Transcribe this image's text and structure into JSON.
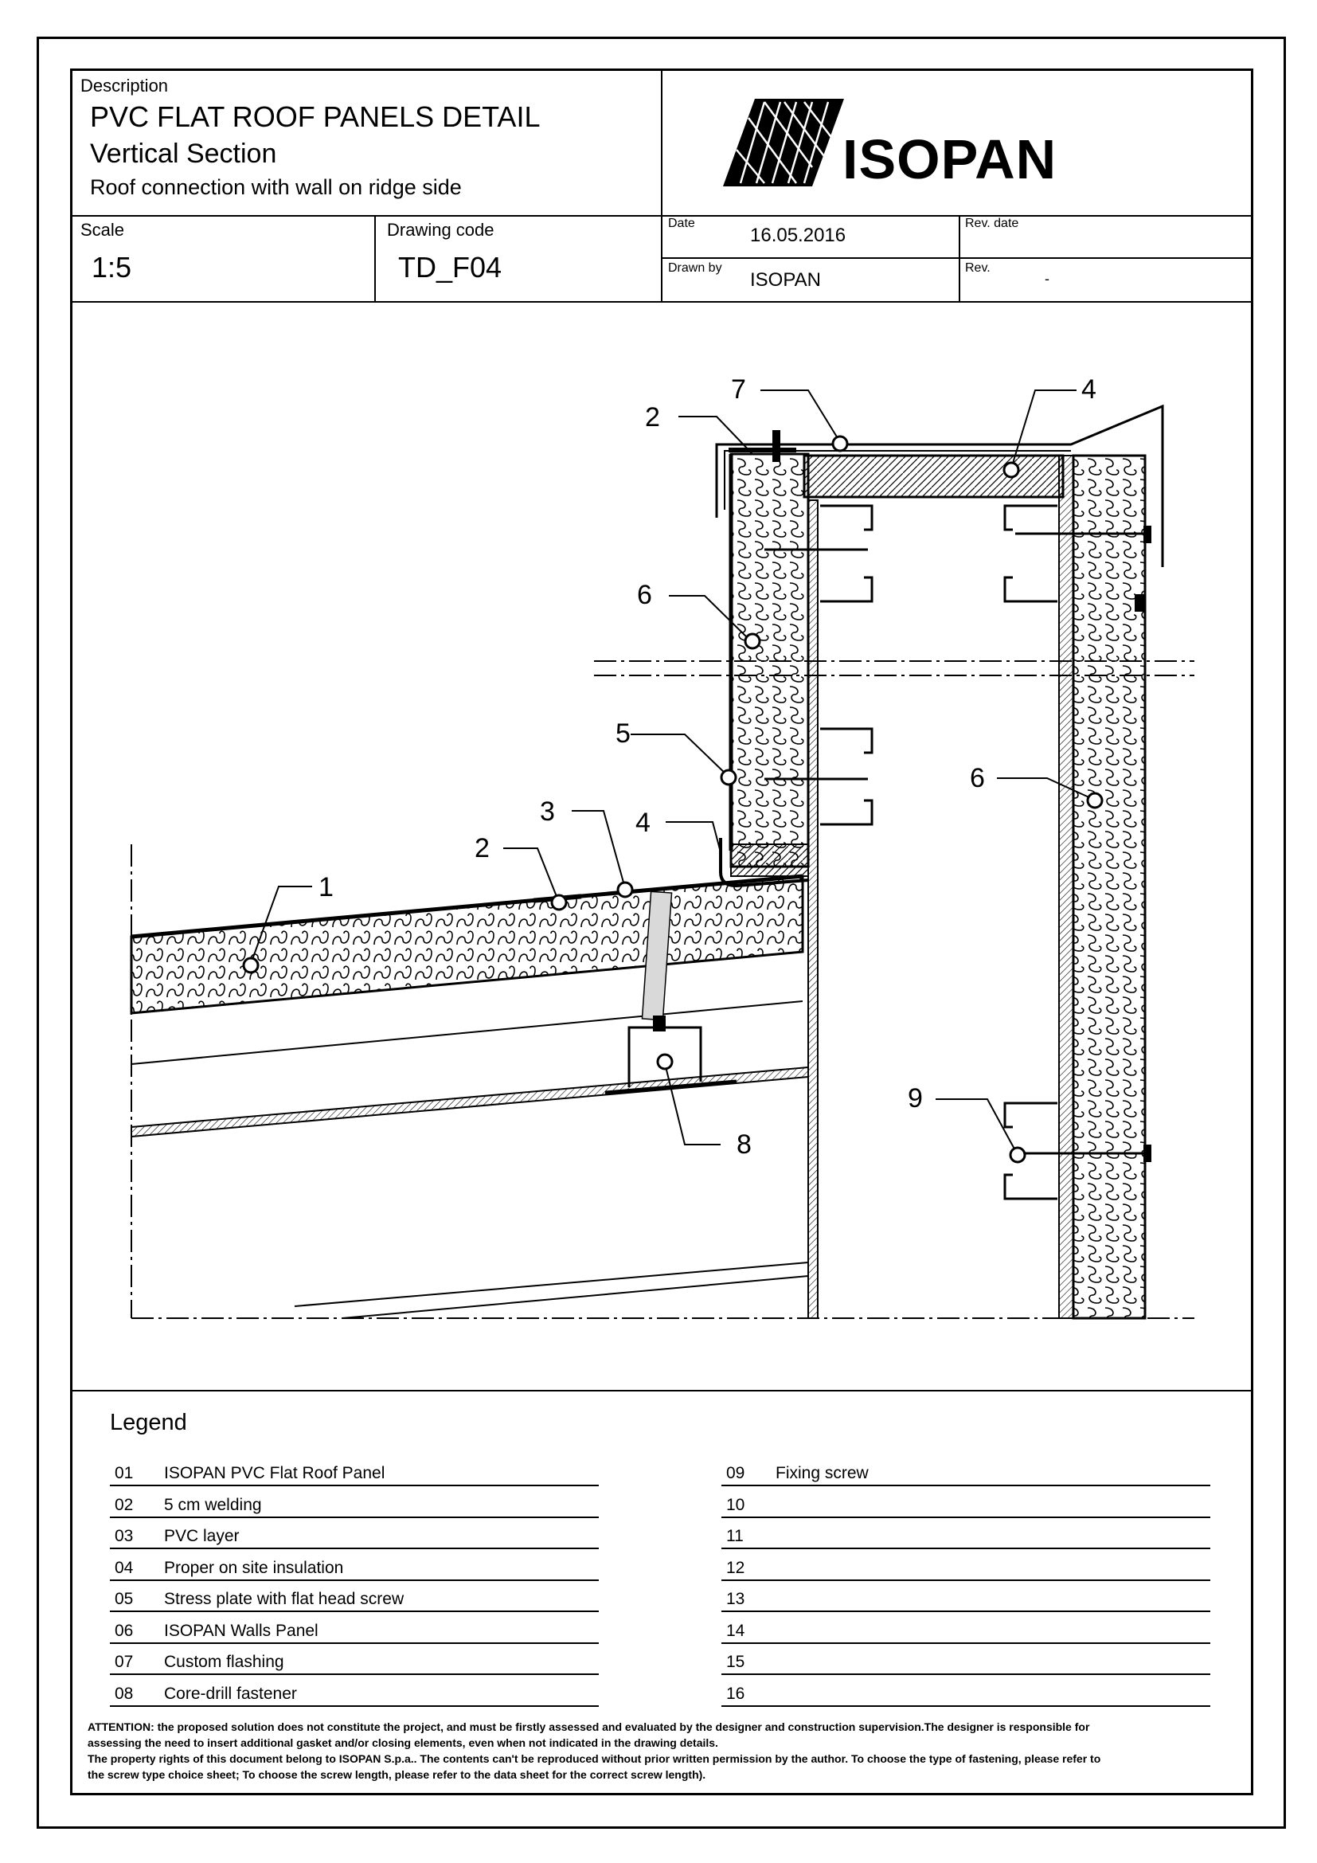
{
  "header": {
    "description_label": "Description",
    "title": "PVC FLAT ROOF PANELS DETAIL",
    "subtitle": "Vertical Section",
    "subtitle2": "Roof connection with wall on ridge side",
    "brand": "ISOPAN",
    "scale_label": "Scale",
    "scale_value": "1:5",
    "code_label": "Drawing code",
    "code_value": "TD_F04",
    "date_label": "Date",
    "date_value": "16.05.2016",
    "revdate_label": "Rev. date",
    "drawnby_label": "Drawn by",
    "drawnby_value": "ISOPAN",
    "rev_label": "Rev.",
    "rev_value": "-"
  },
  "callouts": [
    "7",
    "4",
    "2",
    "6",
    "5",
    "6",
    "3",
    "4",
    "2",
    "1",
    "9",
    "8"
  ],
  "legend": {
    "title": "Legend",
    "left": [
      {
        "num": "01",
        "text": "ISOPAN PVC Flat Roof Panel"
      },
      {
        "num": "02",
        "text": "5 cm welding"
      },
      {
        "num": "03",
        "text": "PVC layer"
      },
      {
        "num": "04",
        "text": "Proper on site insulation"
      },
      {
        "num": "05",
        "text": "Stress plate with flat head screw"
      },
      {
        "num": "06",
        "text": "ISOPAN Walls Panel"
      },
      {
        "num": "07",
        "text": "Custom flashing"
      },
      {
        "num": "08",
        "text": "Core-drill fastener"
      }
    ],
    "right": [
      {
        "num": "09",
        "text": "Fixing screw"
      },
      {
        "num": "10",
        "text": ""
      },
      {
        "num": "11",
        "text": ""
      },
      {
        "num": "12",
        "text": ""
      },
      {
        "num": "13",
        "text": ""
      },
      {
        "num": "14",
        "text": ""
      },
      {
        "num": "15",
        "text": ""
      },
      {
        "num": "16",
        "text": ""
      }
    ]
  },
  "attention": {
    "line1": "ATTENTION: the proposed solution does not constitute the project, and must be firstly assessed and evaluated by the designer and construction supervision.The designer is responsible for",
    "line2": "assessing the need to insert additional gasket and/or closing elements, even when not indicated in the drawing details.",
    "line3": "The property rights of this document belong to ISOPAN S.p.a.. The contents can't be reproduced without prior written permission by the author. To choose the type of fastening, please refer to",
    "line4": "the screw type choice sheet; To choose the screw length, please refer to the data sheet for the correct screw length)."
  }
}
